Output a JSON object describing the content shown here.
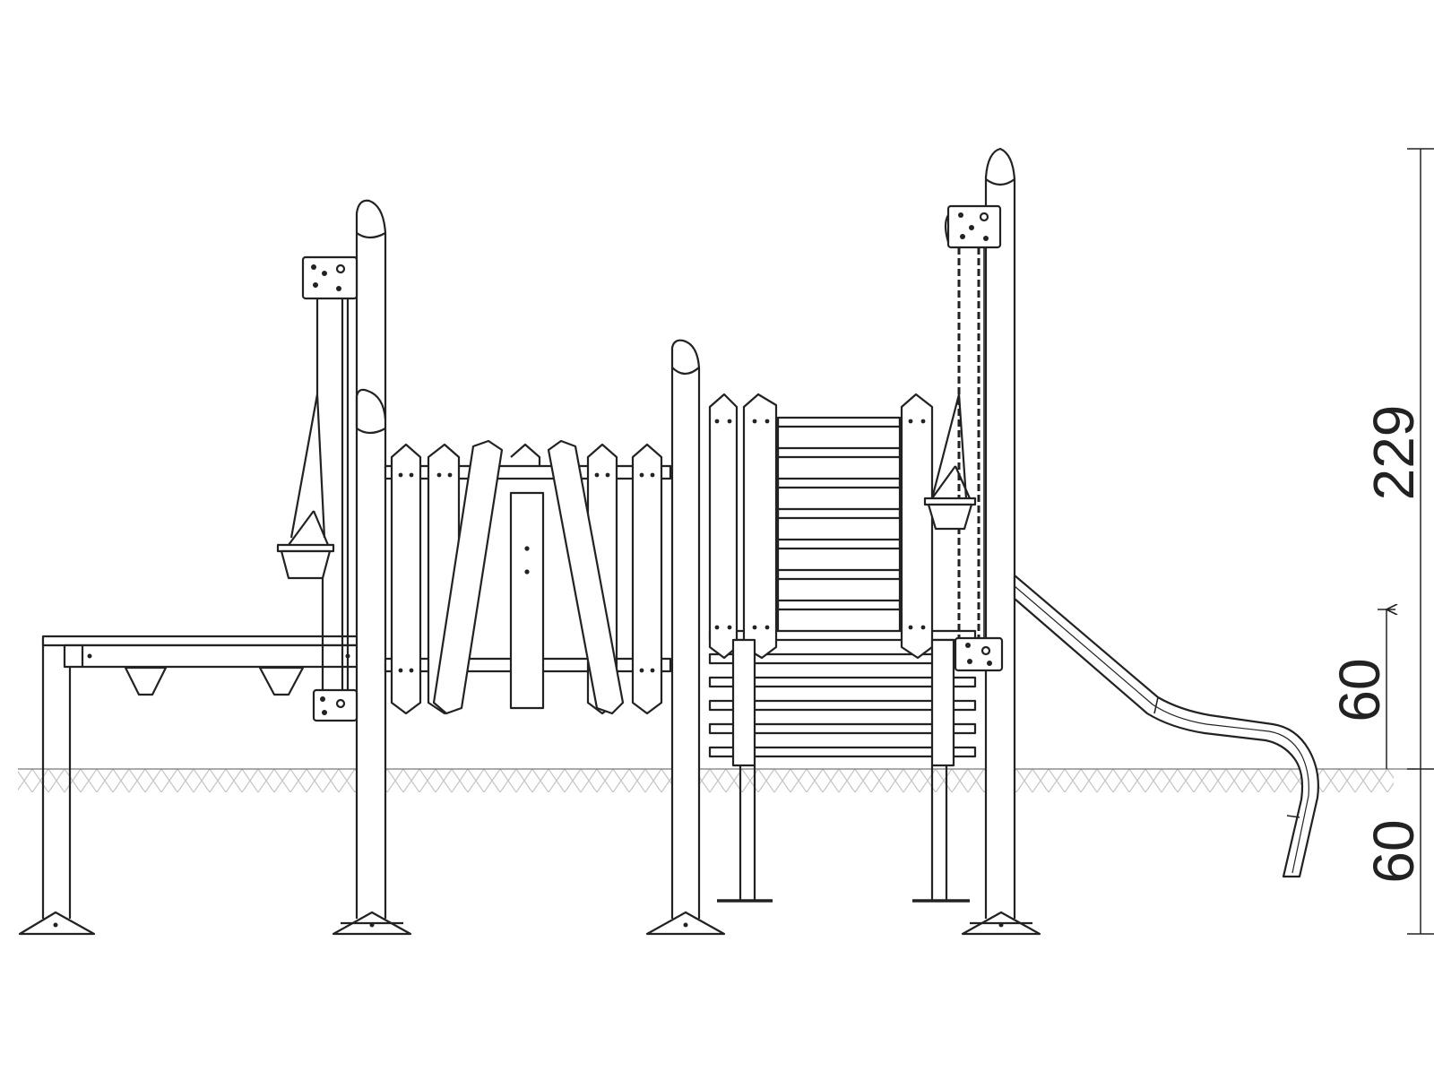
{
  "dimensions": {
    "total_height": "229",
    "platform_height": "60",
    "foundation_depth": "60"
  },
  "colors": {
    "line": "#222222",
    "ground_hatch": "#bfbfbf",
    "background": "#ffffff"
  }
}
